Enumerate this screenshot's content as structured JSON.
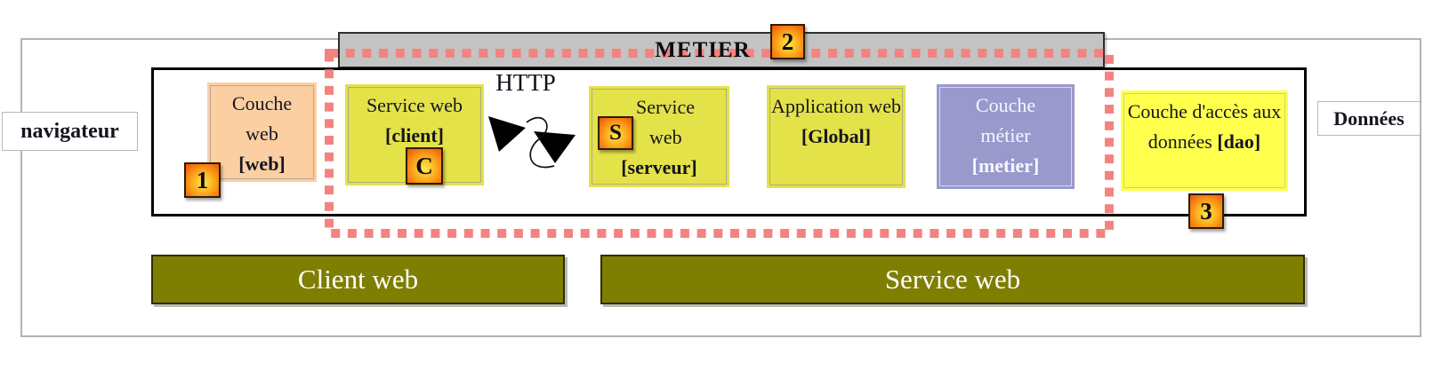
{
  "diagram": {
    "kind": "web-application-architecture"
  },
  "labels": {
    "navigateur": "navigateur",
    "donnees": "Données",
    "http": "HTTP",
    "metier_bar": "METIER"
  },
  "badges": {
    "step1": "1",
    "step2": "2",
    "step3": "3",
    "client_marker": "C",
    "server_marker": "S"
  },
  "layers": {
    "couche_web": {
      "line1": "Couche",
      "line2": "web",
      "tag": "[web]"
    },
    "service_client": {
      "title": "Service web",
      "tag": "[client]"
    },
    "service_serveur": {
      "line1": "Service",
      "line2": "web",
      "tag": "[serveur]"
    },
    "application_web": {
      "title": "Application web",
      "tag": "[Global]"
    },
    "couche_metier": {
      "line1": "Couche",
      "line2": "métier",
      "tag": "[metier]"
    },
    "couche_dao": {
      "title": "Couche d'accès aux données",
      "tag": "[dao]"
    }
  },
  "bottom_bars": {
    "client": "Client web",
    "service": "Service web"
  },
  "colors": {
    "peach": "#fbcfa2",
    "yellow_green": "#e4e249",
    "bright_yellow": "#ffff4e",
    "purple": "#9a99cc",
    "olive": "#7e7e01",
    "gray_bar": "#c3c3c3",
    "dotted": "#f4837e",
    "badge_inner": "#ffe94d",
    "badge_outer": "#ef5206"
  }
}
